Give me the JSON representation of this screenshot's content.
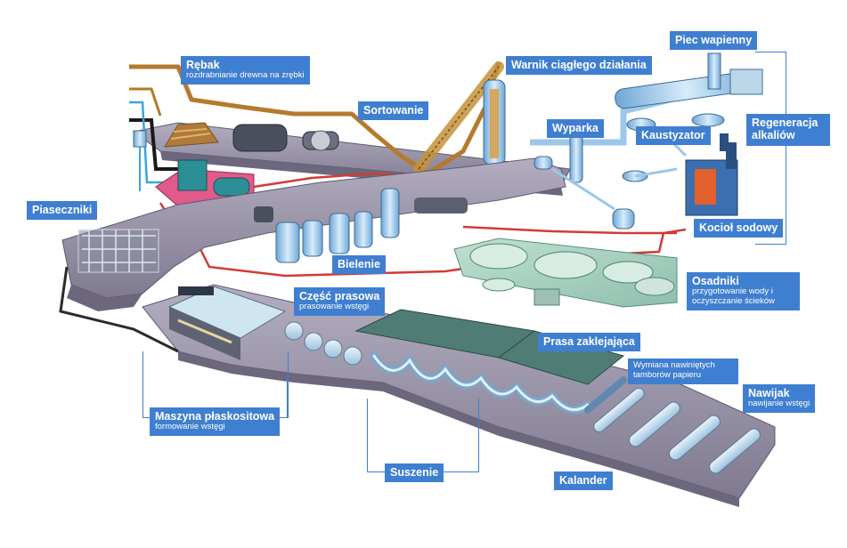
{
  "colors": {
    "label_bg": "#3f7fd1",
    "label_text": "#ffffff",
    "floor": "#8f8a9e",
    "pipe_red": "#d23b35",
    "pipe_brown": "#b67a2c",
    "pipe_blue": "#3aa4e0",
    "tank": "#9cc7e8",
    "water": "#a8cfc0"
  },
  "labels": {
    "rebak": {
      "title": "Rębak",
      "sub": "rozdrabnianie drewna na zrębki"
    },
    "sortowanie": {
      "title": "Sortowanie"
    },
    "warnik": {
      "title": "Warnik ciągłego działania"
    },
    "piec": {
      "title": "Piec wapienny"
    },
    "regeneracja": {
      "title": "Regeneracja alkaliów"
    },
    "wyparka": {
      "title": "Wyparka"
    },
    "kaustyzator": {
      "title": "Kaustyzator"
    },
    "kociol": {
      "title": "Kocioł sodowy"
    },
    "piaseczniki": {
      "title": "Piaseczniki"
    },
    "bielenie": {
      "title": "Bielenie"
    },
    "osadniki": {
      "title": "Osadniki",
      "sub": "przygotowanie wody i oczyszczanie ścieków"
    },
    "czesc": {
      "title": "Część prasowa",
      "sub": "prasowanie wstęgi"
    },
    "prasa": {
      "title": "Prasa zaklejająca"
    },
    "wymiana": {
      "title": "Wymiana nawiniętych tamborów papieru"
    },
    "nawijak": {
      "title": "Nawijak",
      "sub": "nawijanie wstęgi"
    },
    "maszyna": {
      "title": "Maszyna płaskositowa",
      "sub": "formowanie wstęgi"
    },
    "suszenie": {
      "title": "Suszenie"
    },
    "kalander": {
      "title": "Kalander"
    }
  }
}
